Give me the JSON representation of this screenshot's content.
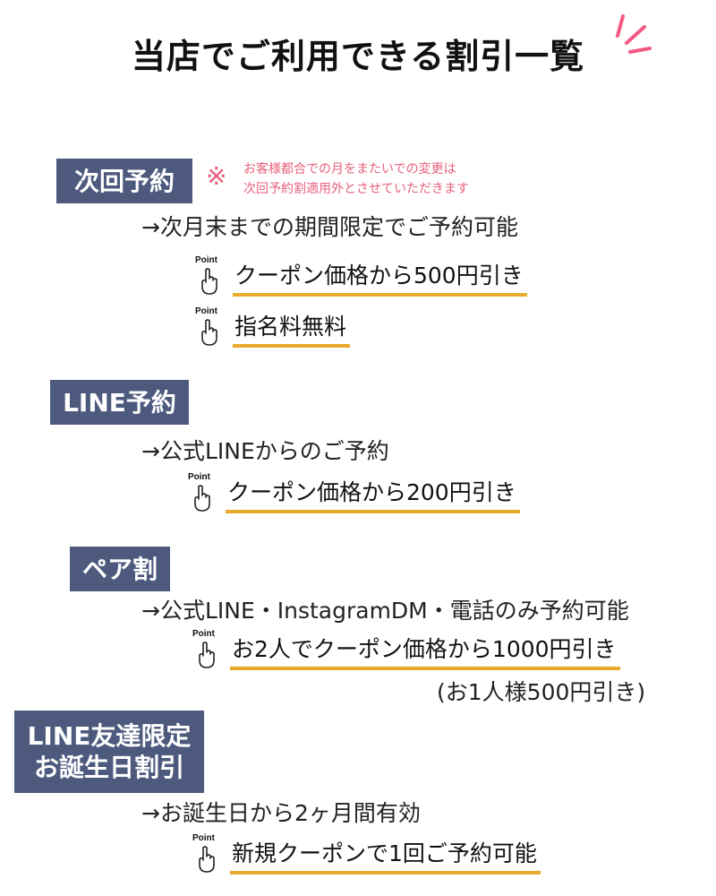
{
  "title": "当店でご利用できる割引一覧",
  "colors": {
    "label_bg": "#4d5a7e",
    "underline": "#e8a92c",
    "note": "#e8607a"
  },
  "sections": [
    {
      "label": "次回予約",
      "note": {
        "mark": "※",
        "lines": [
          "お客様都合での月をまたいでの変更は",
          "次回予約割適用外とさせていただきます"
        ]
      },
      "desc": "→次月末までの期間限定でご予約可能",
      "points": [
        {
          "badge": "Point",
          "text": "クーポン価格から500円引き"
        },
        {
          "badge": "Point",
          "text": "指名料無料"
        }
      ]
    },
    {
      "label": "LINE予約",
      "desc": "→公式LINEからのご予約",
      "points": [
        {
          "badge": "Point",
          "text": "クーポン価格から200円引き"
        }
      ]
    },
    {
      "label": "ペア割",
      "desc": "→公式LINE・InstagramDM・電話のみ予約可能",
      "points": [
        {
          "badge": "Point",
          "text": "お2人でクーポン価格から1000円引き"
        }
      ],
      "sub": "(お1人様500円引き)"
    },
    {
      "label_lines": [
        "LINE友達限定",
        "お誕生日割引"
      ],
      "desc": "→お誕生日から2ヶ月間有効",
      "points": [
        {
          "badge": "Point",
          "text": "新規クーポンで1回ご予約可能"
        }
      ]
    }
  ]
}
